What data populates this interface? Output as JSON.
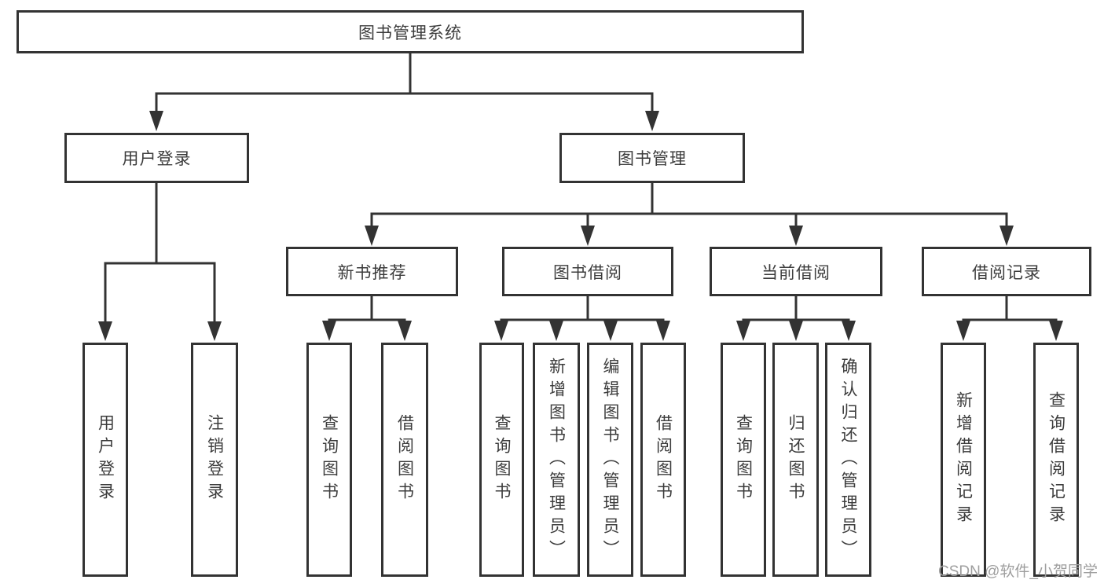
{
  "diagram": {
    "colors": {
      "line": "#333333",
      "box_border": "#333333",
      "box_fill": "#ffffff",
      "text": "#3c3c3c",
      "watermark": "#9e9e9e",
      "background": "#ffffff"
    },
    "tree": {
      "root": {
        "label": "图书管理系统"
      },
      "branches": [
        {
          "label": "用户登录",
          "children": [
            {
              "label": "用户登录"
            },
            {
              "label": "注销登录"
            }
          ]
        },
        {
          "label": "图书管理",
          "children": [
            {
              "label": "新书推荐",
              "children": [
                {
                  "label": "查询图书"
                },
                {
                  "label": "借阅图书"
                }
              ]
            },
            {
              "label": "图书借阅",
              "children": [
                {
                  "label": "查询图书"
                },
                {
                  "label": "新增图书（管理员）"
                },
                {
                  "label": "编辑图书（管理员）"
                },
                {
                  "label": "借阅图书"
                }
              ]
            },
            {
              "label": "当前借阅",
              "children": [
                {
                  "label": "查询图书"
                },
                {
                  "label": "归还图书"
                },
                {
                  "label": "确认归还（管理员）"
                }
              ]
            },
            {
              "label": "借阅记录",
              "children": [
                {
                  "label": "新增借阅记录"
                },
                {
                  "label": "查询借阅记录"
                }
              ]
            }
          ]
        }
      ]
    },
    "watermark": {
      "text": "CSDN @软件_小贺同学"
    }
  }
}
